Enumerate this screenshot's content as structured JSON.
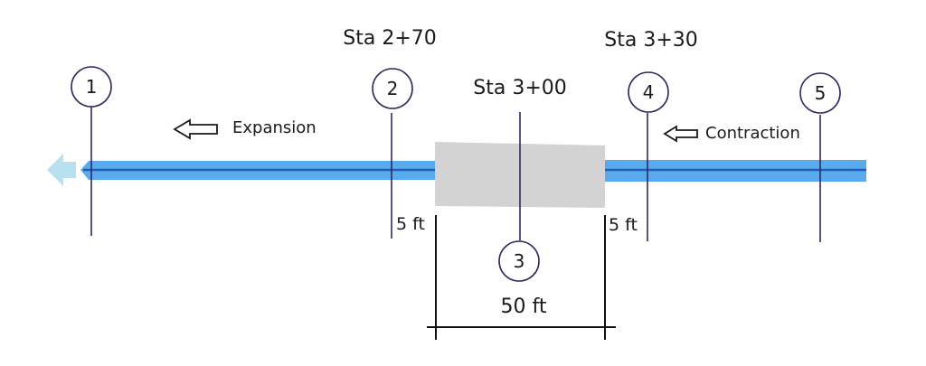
{
  "stations": {
    "upstream_face": "Sta 2+70",
    "center": "Sta 3+00",
    "downstream_face": "Sta 3+30"
  },
  "cross_sections": [
    "1",
    "2",
    "3",
    "4",
    "5"
  ],
  "zones": {
    "expansion": "Expansion",
    "contraction": "Contraction"
  },
  "dimensions": {
    "left_offset": "5 ft",
    "right_offset": "5 ft",
    "structure_length": "50 ft"
  },
  "colors": {
    "channel_fill": "#5aaaf0",
    "channel_centerline": "#1f5fb0",
    "structure": "#d3d3d3",
    "section_line": "#2f2860",
    "flow_arrow": "#b9e0ef"
  }
}
